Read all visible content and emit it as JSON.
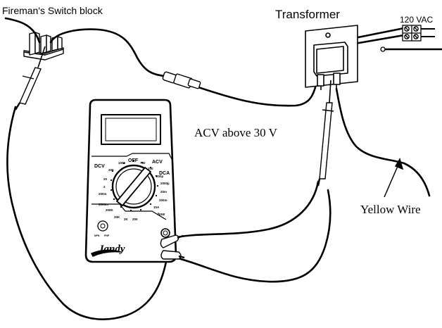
{
  "labels": {
    "switch_block": "Fireman's Switch block",
    "transformer": "Transformer",
    "supply": "120 VAC",
    "reading": "ACV above 30 V",
    "yellow_wire": "Yellow Wire"
  },
  "meter": {
    "brand": "Jandy",
    "dial": {
      "off": "OFF",
      "dcv": "DCV",
      "acv": "ACV",
      "dca": "DCA",
      "v1000": "1000",
      "v750": "750",
      "v200a": "200",
      "v200b": "200",
      "v20": "20",
      "v2": "2",
      "v200m": "200m",
      "v2000m": "2000m",
      "v200k": "200K",
      "v20k": "20K",
      "v2k": "2K",
      "v200o": "200",
      "u200": "200µ",
      "u2000": "2000µ",
      "m20": "20m",
      "m200": "200m",
      "a10": "10A",
      "fuse": "fuse",
      "nph": "NPN",
      "pnp": "PNP"
    }
  }
}
